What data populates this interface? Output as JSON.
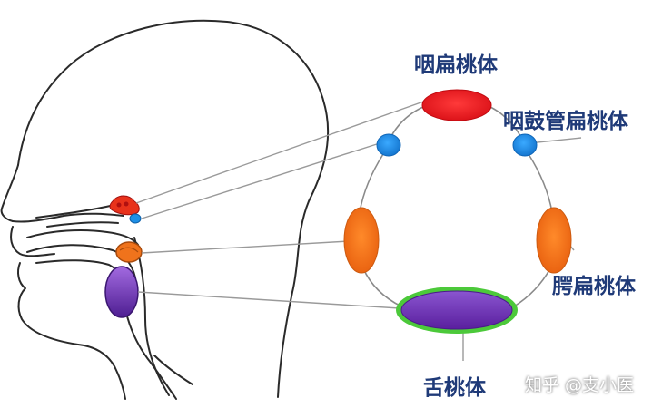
{
  "labels": {
    "pharyngeal": "咽扁桃体",
    "tubal": "咽鼓管扁桃体",
    "palatine": "腭扁桃体",
    "lingual": "舌桃体"
  },
  "watermark": "知乎 @支小医",
  "colors": {
    "pharyngeal": "#e8141b",
    "tubal": "#1e90e6",
    "palatine": "#f0731c",
    "lingual_fill": "#7a3bb8",
    "lingual_rim": "#4cc93a",
    "label_text": "#1f3a78",
    "outline": "#2a2a2a"
  }
}
